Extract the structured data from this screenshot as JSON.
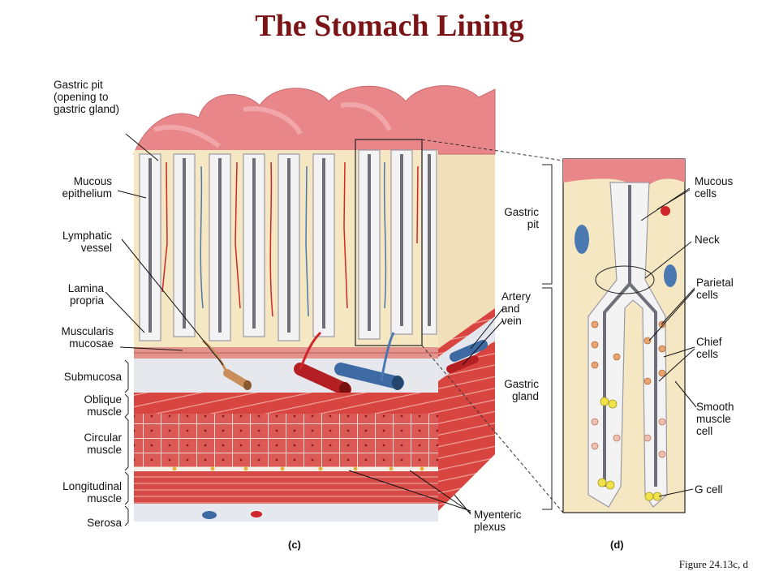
{
  "title": "The Stomach Lining",
  "figure_caption": "Figure 24.13c, d",
  "panels": {
    "c": "(c)",
    "d": "(d)"
  },
  "labels_left": {
    "gastric_pit": "Gastric pit\n(opening to\ngastric gland)",
    "mucous_epithelium": "Mucous\nepithelium",
    "lymphatic_vessel": "Lymphatic\nvessel",
    "lamina_propria": "Lamina\npropria",
    "muscularis_mucosae": "Muscularis\nmucosae",
    "submucosa": "Submucosa",
    "oblique_muscle": "Oblique\nmuscle",
    "circular_muscle": "Circular\nmuscle",
    "longitudinal_muscle": "Longitudinal\nmuscle",
    "serosa": "Serosa"
  },
  "labels_middle": {
    "artery_vein": "Artery\nand\nvein",
    "gastric_pit": "Gastric\npit",
    "gastric_gland": "Gastric\ngland",
    "myenteric_plexus": "Myenteric\nplexus"
  },
  "labels_right": {
    "mucous_cells": "Mucous\ncells",
    "neck": "Neck",
    "parietal_cells": "Parietal\ncells",
    "chief_cells": "Chief\ncells",
    "smooth_muscle_cell": "Smooth\nmuscle\ncell",
    "g_cell": "G cell"
  },
  "colors": {
    "title": "#7a1416",
    "mucosa_surface": "#e8868a",
    "lamina": "#f6e7c3",
    "epithelium": "#f3f3f3",
    "pit_lumen": "#6f6f7a",
    "artery": "#d0262a",
    "vein": "#4a78b0",
    "muscle": "#d9534f",
    "submucosa": "#e6e8ee",
    "parietal": "#e9a36e",
    "g_cell": "#f0e24a"
  }
}
